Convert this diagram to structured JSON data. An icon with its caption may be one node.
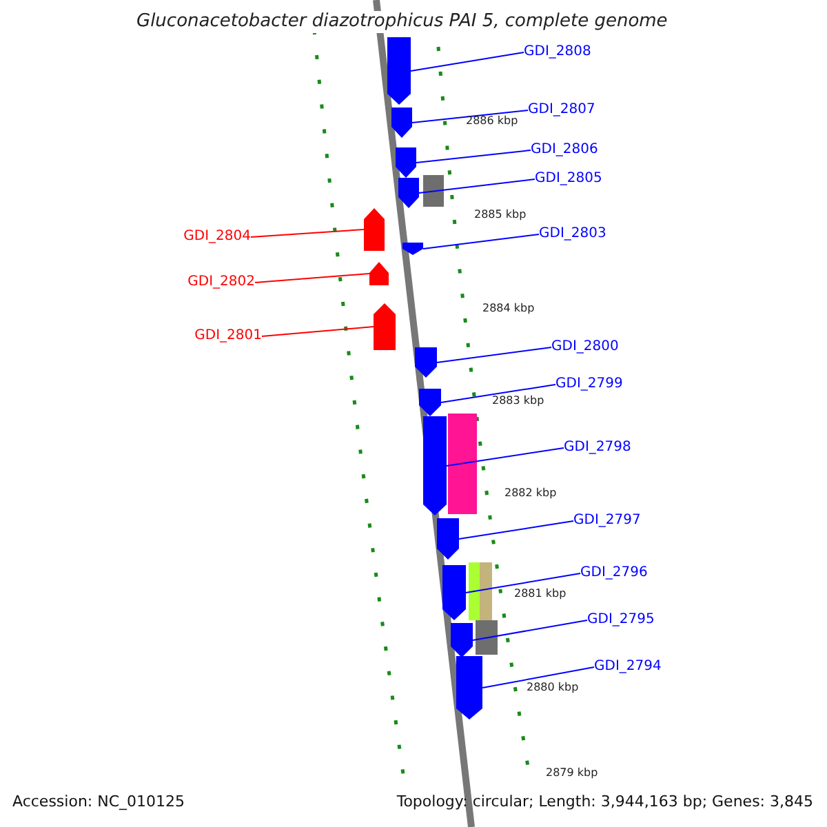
{
  "diagram": {
    "title": "Gluconacetobacter diazotrophicus PAI 5, complete genome",
    "nodes": [
      {
        "text": [
          "GDI_2808"
        ]
      },
      {
        "text": [
          "GDI_2807"
        ]
      },
      {
        "text": [
          "GDI_2806"
        ]
      },
      {
        "text": [
          "GDI_2805"
        ]
      },
      {
        "text": [
          "GDI_2804"
        ]
      },
      {
        "text": [
          "GDI_2803"
        ]
      },
      {
        "text": [
          "GDI_2802"
        ]
      },
      {
        "text": [
          "GDI_2801"
        ]
      },
      {
        "text": [
          "GDI_2800"
        ]
      },
      {
        "text": [
          "GDI_2799"
        ]
      },
      {
        "text": [
          "GDI_2798"
        ]
      },
      {
        "text": [
          "GDI_2797"
        ]
      },
      {
        "text": [
          "GDI_2796"
        ]
      },
      {
        "text": [
          "GDI_2795"
        ]
      },
      {
        "text": [
          "GDI_2794"
        ]
      },
      {
        "text": [],
        "shape": "arrow"
      },
      {
        "text": [],
        "shape": "arrow"
      },
      {
        "text": [],
        "shape": "arrow"
      },
      {
        "text": [],
        "shape": "arrow"
      },
      {
        "text": [],
        "shape": "arrow"
      },
      {
        "text": [],
        "shape": "arrow"
      },
      {
        "text": [],
        "shape": "arrow"
      },
      {
        "text": [],
        "shape": "arrow"
      },
      {
        "text": [],
        "shape": "arrow"
      },
      {
        "text": [],
        "shape": "arrow"
      },
      {
        "text": [],
        "shape": "arrow"
      },
      {
        "text": [],
        "shape": "arrow"
      },
      {
        "text": [],
        "shape": "arrow"
      },
      {
        "text": [],
        "shape": "arrow"
      },
      {
        "text": [],
        "shape": "arrow"
      }
    ],
    "edges": [
      {
        "from": 0,
        "to": 15,
        "arrow": "none"
      },
      {
        "from": 1,
        "to": 16,
        "arrow": "none"
      },
      {
        "from": 2,
        "to": 17,
        "arrow": "none"
      },
      {
        "from": 3,
        "to": 18,
        "arrow": "none"
      },
      {
        "from": 4,
        "to": 19,
        "arrow": "none",
        "color": "#ff0000"
      },
      {
        "from": 5,
        "to": 20,
        "arrow": "none"
      },
      {
        "from": 6,
        "to": 21,
        "arrow": "none",
        "color": "#ff0000"
      },
      {
        "from": 7,
        "to": 22,
        "arrow": "none",
        "color": "#ff0000"
      },
      {
        "from": 8,
        "to": 23,
        "arrow": "none"
      },
      {
        "from": 9,
        "to": 24,
        "arrow": "none"
      },
      {
        "from": 10,
        "to": 25,
        "arrow": "none"
      },
      {
        "from": 11,
        "to": 26,
        "arrow": "none"
      },
      {
        "from": 12,
        "to": 27,
        "arrow": "none"
      },
      {
        "from": 13,
        "to": 28,
        "arrow": "none"
      },
      {
        "from": 14,
        "to": 29,
        "arrow": "none"
      }
    ],
    "labels": [
      "2886 kbp",
      "2885 kbp",
      "2884 kbp",
      "2883 kbp",
      "2882 kbp",
      "2881 kbp",
      "2880 kbp",
      "2879 kbp",
      "Accession: NC_010125",
      "Topology: circular; Length: 3,944,163 bp; Genes: 3,845"
    ]
  }
}
